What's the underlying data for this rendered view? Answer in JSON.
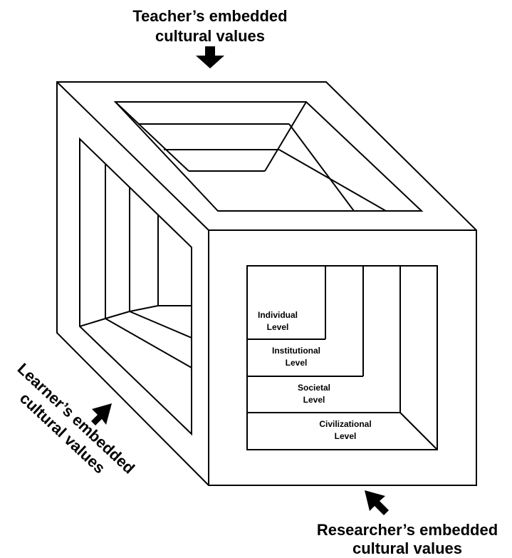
{
  "colors": {
    "stroke": "#000000",
    "background": "#ffffff"
  },
  "labels": {
    "teacher_line1": "Teacher’s embedded",
    "teacher_line2": "cultural values",
    "learner_line1": "Learner’s embedded",
    "learner_line2": "cultural values",
    "researcher_line1": "Researcher’s embedded",
    "researcher_line2": "cultural values"
  },
  "levels": {
    "individual_1": "Individual",
    "individual_2": "Level",
    "institutional_1": "Institutional",
    "institutional_2": "Level",
    "societal_1": "Societal",
    "societal_2": "Level",
    "civilizational_1": "Civilizational",
    "civilizational_2": "Level"
  },
  "icons": {
    "arrows": [
      "down-arrow-icon",
      "up-right-arrow-icon",
      "up-left-arrow-icon"
    ]
  }
}
